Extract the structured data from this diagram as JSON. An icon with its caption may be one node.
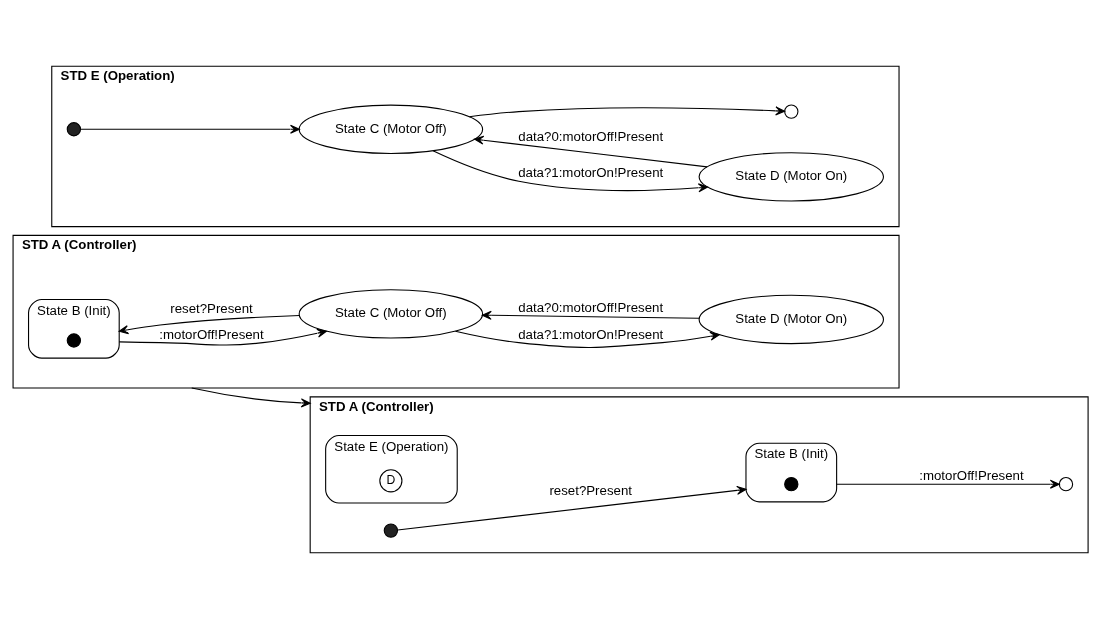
{
  "diagram": {
    "nodes": [
      {
        "text": [
          "STD A (Controller)"
        ]
      },
      {
        "text": [
          "State B (Init)"
        ],
        "in": 0
      },
      {
        "text": [],
        "shape": "circle",
        "in": 1
      },
      {
        "text": [
          "State C (Motor Off)"
        ],
        "in": 0
      },
      {
        "text": [
          "State D (Motor On)"
        ],
        "in": 0
      },
      {
        "text": [
          "STD A (Controller)"
        ]
      },
      {
        "text": [
          "State B (Init)"
        ],
        "in": 5
      },
      {
        "text": [],
        "shape": "circle",
        "in": 6
      },
      {
        "text": [
          "State E (Operation)"
        ],
        "in": 5
      },
      {
        "text": [
          "D"
        ],
        "in": 8
      },
      {
        "text": [],
        "shape": "circle",
        "in": 5
      },
      {
        "text": [],
        "shape": "circle",
        "in": 5
      },
      {
        "text": [
          "STD E (Operation)"
        ]
      },
      {
        "text": [],
        "shape": "circle",
        "in": 12
      },
      {
        "text": [
          "State C (Motor Off)"
        ],
        "in": 12
      },
      {
        "text": [
          "State D (Motor On)"
        ],
        "in": 12
      },
      {
        "text": [],
        "shape": "circle",
        "in": 12
      }
    ],
    "edges": [
      {
        "from": 1,
        "to": 3,
        "arrow": "to",
        "label": ":motorOff!Present"
      },
      {
        "from": 3,
        "to": 1,
        "arrow": "to",
        "label": "reset?Present"
      },
      {
        "from": 3,
        "to": 4,
        "arrow": "to",
        "label": "data?1:motorOn!Present"
      },
      {
        "from": 4,
        "to": 3,
        "arrow": "to",
        "label": "data?0:motorOff!Present"
      },
      {
        "from": 0,
        "to": 5,
        "arrow": "to"
      },
      {
        "from": 6,
        "to": 10,
        "arrow": "to",
        "label": ":motorOff!Present"
      },
      {
        "from": 11,
        "to": 6,
        "arrow": "to",
        "label": "reset?Present"
      },
      {
        "from": 13,
        "to": 14,
        "arrow": "to"
      },
      {
        "from": 14,
        "to": 15,
        "arrow": "to",
        "label": "data?1:motorOn!Present"
      },
      {
        "from": 15,
        "to": 14,
        "arrow": "to",
        "label": "data?0:motorOff!Present"
      },
      {
        "from": 14,
        "to": 16,
        "arrow": "to"
      }
    ]
  }
}
